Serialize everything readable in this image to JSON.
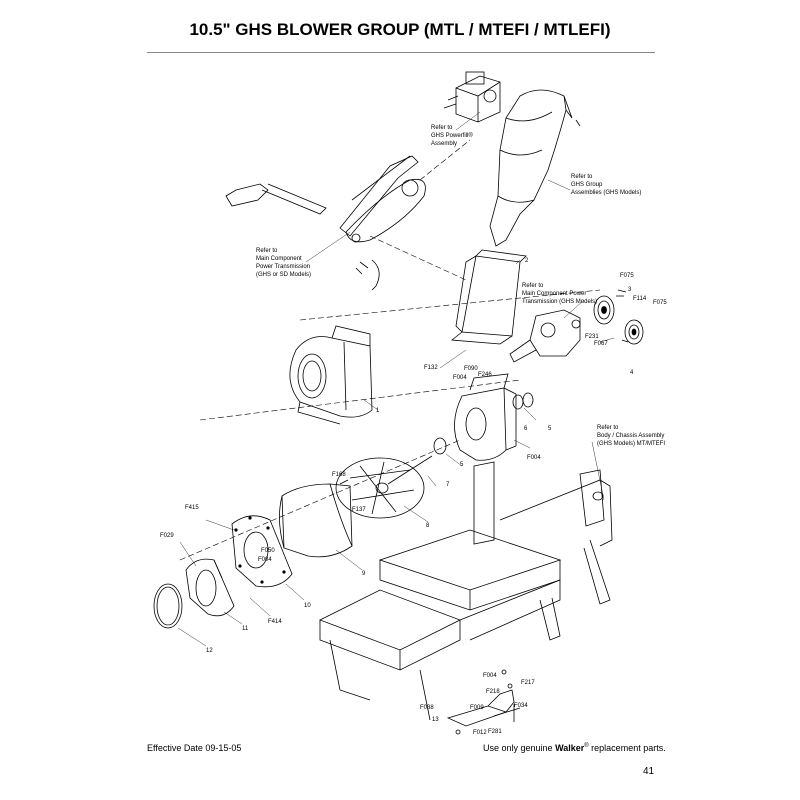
{
  "header": {
    "title": "10.5\" GHS BLOWER GROUP (MTL / MTEFI / MTLEFI)"
  },
  "callouts": {
    "powerfill": [
      "Refer to",
      "GHS Powerfill®",
      "Assembly"
    ],
    "group": [
      "Refer to",
      "GHS Group",
      "Assemblies (GHS Models)"
    ],
    "main_component": [
      "Refer to",
      "Main Component",
      "Power Transmission",
      "(GHS or SD Models)"
    ],
    "main_component_ghs": [
      "Refer to",
      "Main Component Power",
      "Transmission (GHS Models)"
    ],
    "body_chassis": [
      "Refer to",
      "Body / Chassis Assembly",
      "(GHS Models) MT/MTEFI"
    ]
  },
  "part_labels": {
    "p1": "1",
    "p2": "2",
    "p3": "3",
    "p4": "4",
    "p5a": "5",
    "p5b": "5",
    "p6": "6",
    "p7": "7",
    "p8": "8",
    "p9": "9",
    "p10": "10",
    "p11": "11",
    "p12": "12",
    "p13": "13",
    "f075a": "F075",
    "f075b": "F075",
    "f114": "F114",
    "f231": "F231",
    "f067": "F067",
    "f132": "F132",
    "f090": "F090",
    "f004a": "F004",
    "f246": "F246",
    "f004b": "F004",
    "f168": "F168",
    "f137": "F137",
    "f415": "F415",
    "f029": "F029",
    "f050": "F050",
    "f004c": "F004",
    "f414": "F414",
    "f004d": "F004",
    "f217": "F217",
    "f218": "F218",
    "f038": "F038",
    "f009": "F009",
    "f034": "F034",
    "f012": "F012",
    "f281": "F281"
  },
  "footer": {
    "effective_date": "Effective Date 09-15-05",
    "genuine_prefix": "Use only genuine ",
    "brand": "Walker",
    "registered": "®",
    "genuine_suffix": " replacement parts.",
    "page_number": "41"
  }
}
